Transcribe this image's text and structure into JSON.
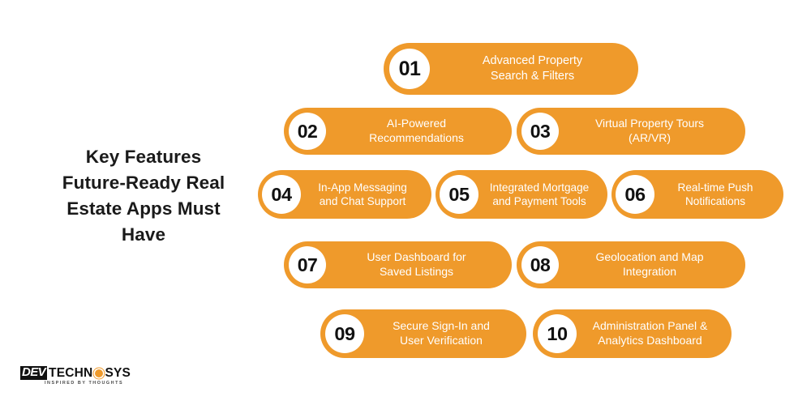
{
  "title": {
    "lines": [
      "Key Features",
      "Future-Ready Real",
      "Estate Apps Must",
      "Have"
    ],
    "full_text": "Key Features Future-Ready Real Estate Apps Must Have"
  },
  "colors": {
    "pill_orange": "#ef9a2b",
    "badge_white": "#ffffff",
    "label_white": "#ffffff",
    "number_black": "#111111",
    "title_black": "#1a1a1a",
    "background": "#ffffff"
  },
  "rows": [
    {
      "row_index": 1,
      "items": [
        {
          "number": "01",
          "label_lines": [
            "Advanced Property",
            "Search & Filters"
          ],
          "label": "Advanced Property Search & Filters"
        }
      ]
    },
    {
      "row_index": 2,
      "items": [
        {
          "number": "02",
          "label_lines": [
            "AI-Powered",
            "Recommendations"
          ],
          "label": "AI-Powered Recommendations"
        },
        {
          "number": "03",
          "label_lines": [
            "Virtual Property Tours",
            "(AR/VR)"
          ],
          "label": "Virtual Property Tours (AR/VR)"
        }
      ]
    },
    {
      "row_index": 3,
      "items": [
        {
          "number": "04",
          "label_lines": [
            "In-App Messaging",
            "and Chat Support"
          ],
          "label": "In-App Messaging and Chat Support"
        },
        {
          "number": "05",
          "label_lines": [
            "Integrated Mortgage",
            "and Payment Tools"
          ],
          "label": "Integrated Mortgage and Payment Tools"
        },
        {
          "number": "06",
          "label_lines": [
            "Real-time Push",
            "Notifications"
          ],
          "label": "Real-time Push Notifications"
        }
      ]
    },
    {
      "row_index": 4,
      "items": [
        {
          "number": "07",
          "label_lines": [
            "User Dashboard for",
            "Saved Listings"
          ],
          "label": "User Dashboard for Saved Listings"
        },
        {
          "number": "08",
          "label_lines": [
            "Geolocation and Map",
            "Integration"
          ],
          "label": "Geolocation and Map Integration"
        }
      ]
    },
    {
      "row_index": 5,
      "items": [
        {
          "number": "09",
          "label_lines": [
            "Secure Sign-In and",
            "User Verification"
          ],
          "label": "Secure Sign-In and User Verification"
        },
        {
          "number": "10",
          "label_lines": [
            "Administration Panel &",
            "Analytics Dashboard"
          ],
          "label": "Administration Panel & Analytics Dashboard"
        }
      ]
    }
  ],
  "logo": {
    "dev": "DEV",
    "techno": "TECHN",
    "sys": "SYS",
    "gear_icon": "gear-icon",
    "tagline": "INSPIRED BY THOUGHTS"
  }
}
